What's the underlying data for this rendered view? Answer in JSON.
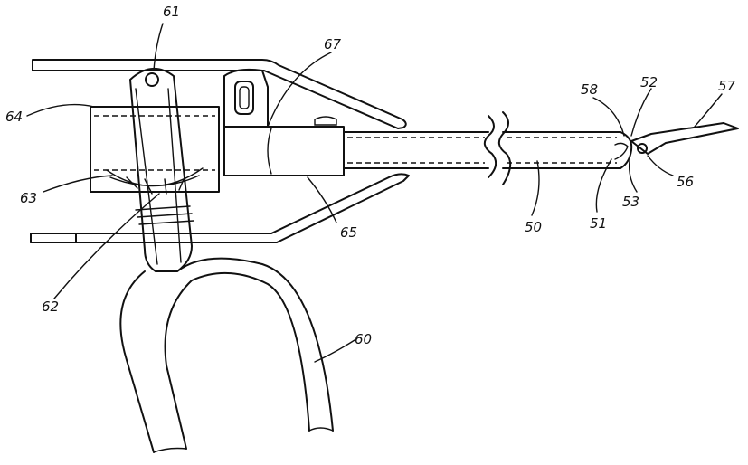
{
  "labels": {
    "l61": "61",
    "l67": "67",
    "l64": "64",
    "l63": "63",
    "l62": "62",
    "l65": "65",
    "l50": "50",
    "l51": "51",
    "l58": "58",
    "l52": "52",
    "l57": "57",
    "l53": "53",
    "l56": "56",
    "l60": "60"
  }
}
